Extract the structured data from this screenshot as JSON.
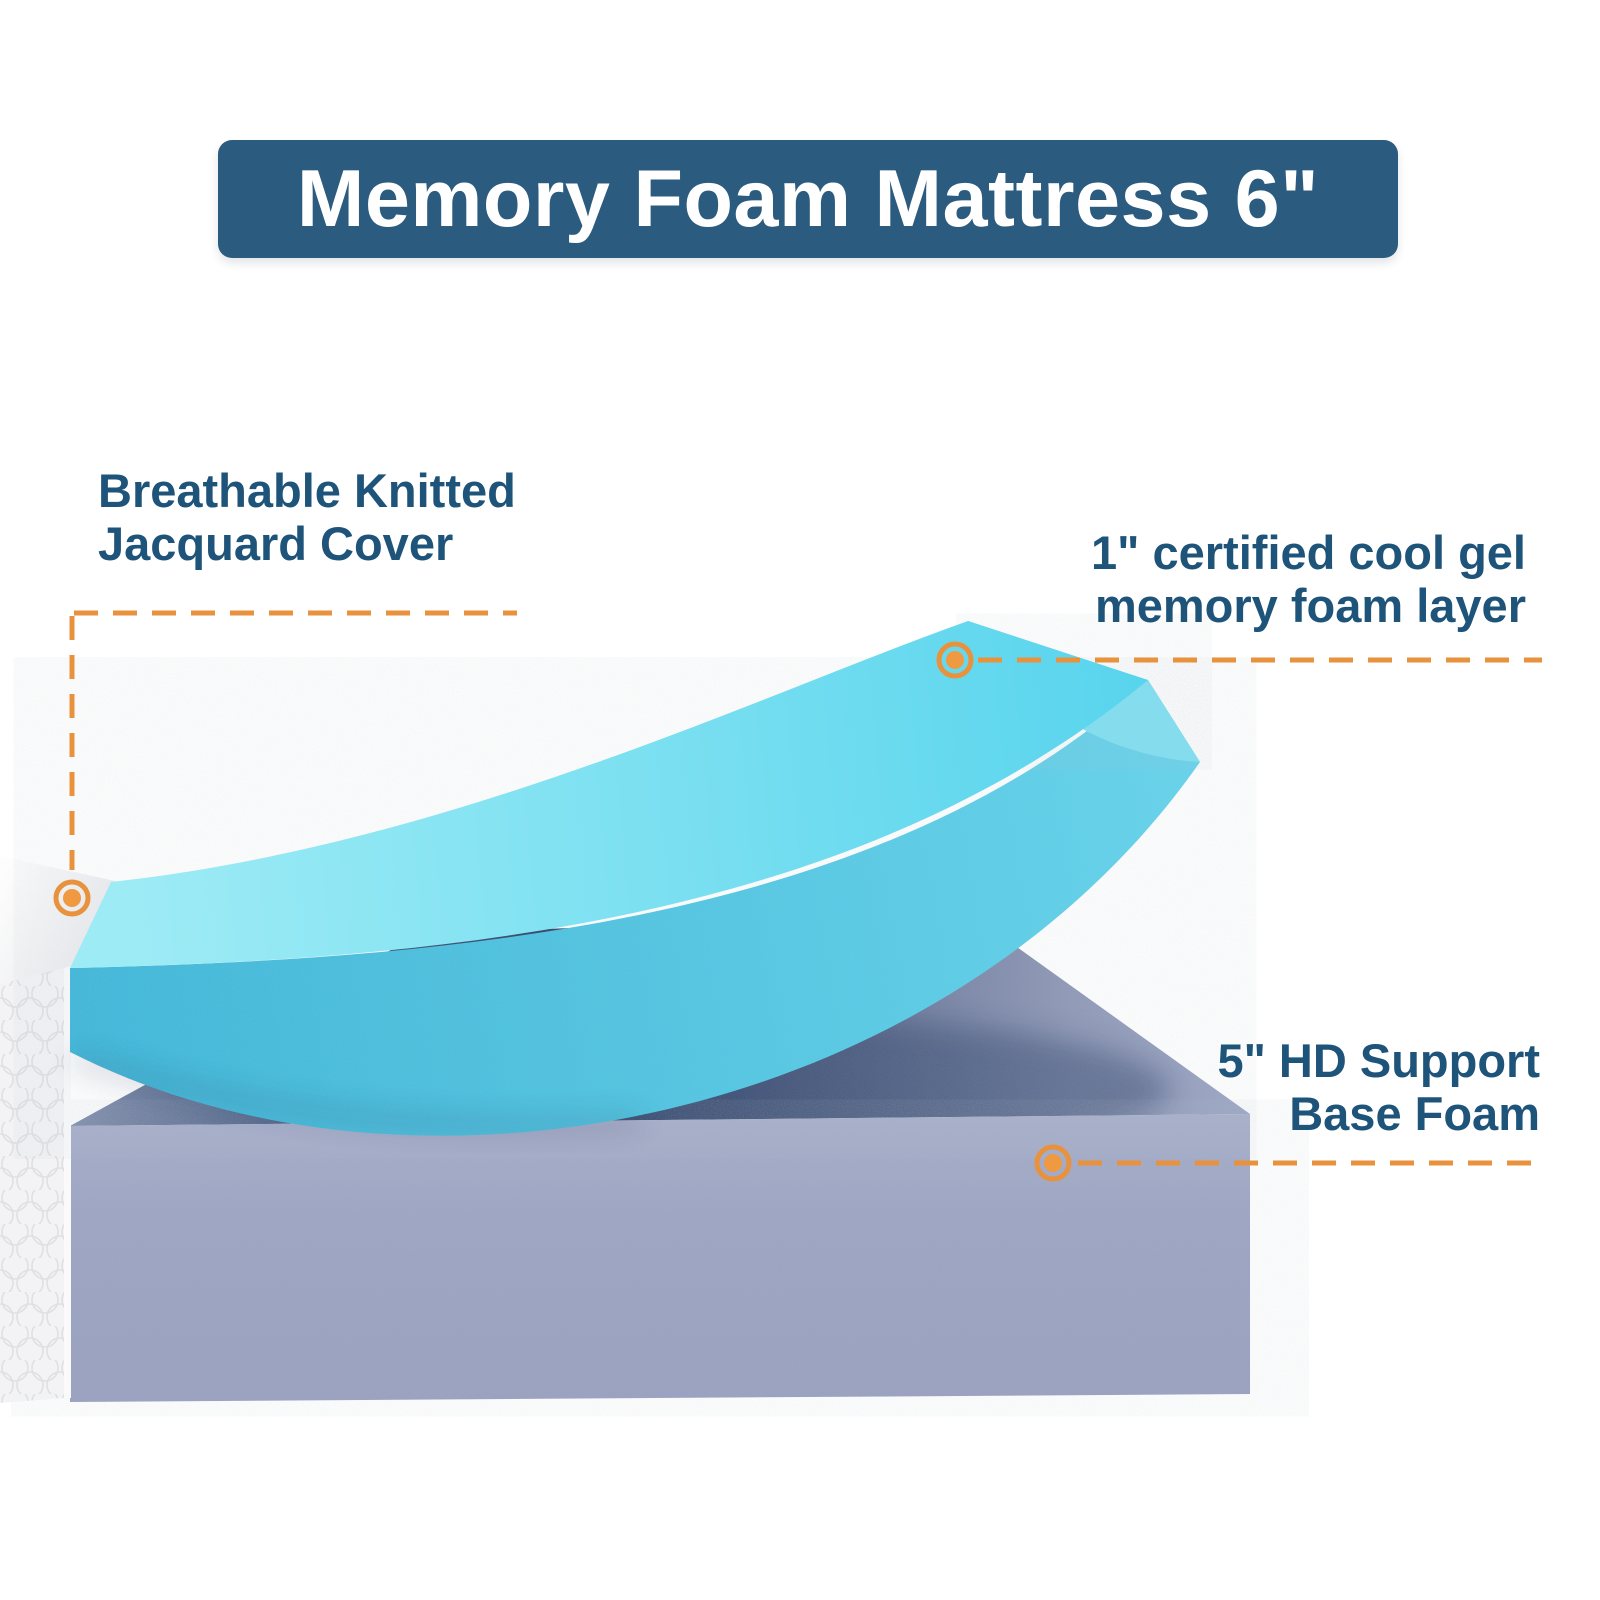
{
  "title": {
    "text": "Memory Foam Mattress 6\""
  },
  "callouts": {
    "cover": {
      "line1": "Breathable Knitted",
      "line2": "Jacquard Cover"
    },
    "gel": {
      "line1": "1\" certified cool gel",
      "line2": "memory foam layer"
    },
    "base": {
      "line1": "5\" HD Support",
      "line2": "Base Foam"
    }
  },
  "colors": {
    "banner_bg": "#2B5B7E",
    "title_text": "#FFFFFF",
    "label_text": "#1F547A",
    "callout_accent_orange": "#E8923E",
    "gel_foam_top": "#7CE0F1",
    "gel_foam_front": "#46C5E2",
    "base_foam_front": "#9BA3C2",
    "base_foam_shadow": "#2F436A",
    "cover_white": "#F4F4F5"
  }
}
